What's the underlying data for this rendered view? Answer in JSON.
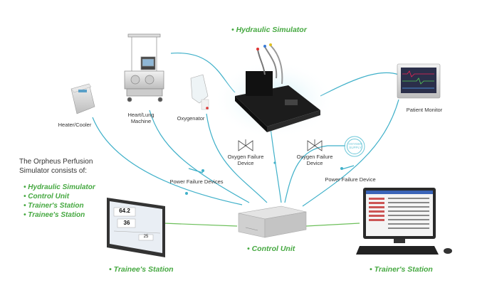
{
  "titles": {
    "hydraulic": "• Hydraulic Simulator",
    "control": "• Control Unit",
    "trainee": "• Trainee's Station",
    "trainer": "• Trainer's Station"
  },
  "labels": {
    "heater": "Heater/Cooler",
    "heartlung": "Heart/Lung\nMachine",
    "oxygenator": "Oxygenator",
    "patient_monitor": "Patient Monitor",
    "oxy_failure_1": "Oxygen Failure\nDevice",
    "oxy_failure_2": "Oxygen Failure\nDevice",
    "power_failure_1": "Power Failure Devices",
    "power_failure_2": "Power Failure Device",
    "oxygen_supply": "OXYGEN SUPPLY"
  },
  "intro": "The Orpheus Perfusion\nSimulator consists of:",
  "components": [
    "• Hydraulic Simulator",
    "• Control Unit",
    "• Trainer's Station",
    "• Trainee's Station"
  ],
  "trainee_screen": {
    "value1": "64.2",
    "value2": "36",
    "value3": "25"
  },
  "colors": {
    "line": "#3fb0c9",
    "green_line": "#6cbf5a",
    "accent": "#45a840"
  }
}
